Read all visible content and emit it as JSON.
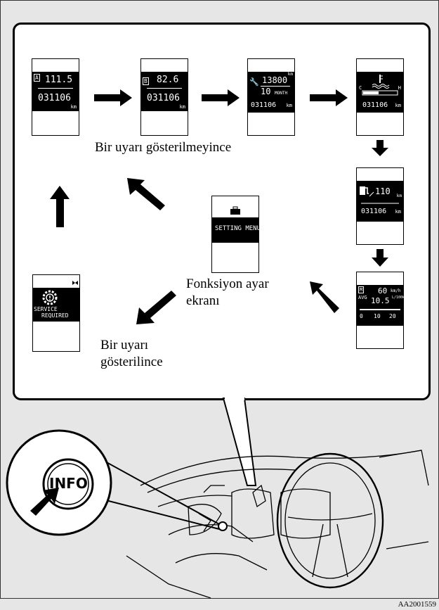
{
  "labels": {
    "no_warning": "Bir uyarı gösterilmeyince",
    "function_setting_line1": "Fonksiyon ayar",
    "function_setting_line2": "ekranı",
    "warning_line1": "Bir uyarı",
    "warning_line2": "gösterilince"
  },
  "screens": {
    "trip_a": {
      "letter": "A",
      "value": "111.5",
      "odo": "031106",
      "unit": "km"
    },
    "trip_b": {
      "letter": "B",
      "value": "82.6",
      "odo": "031106",
      "unit": "km"
    },
    "service": {
      "km": "13800",
      "km_unit": "km",
      "months": "10",
      "month_label": "MONTH",
      "odo": "031106",
      "unit": "km"
    },
    "temp": {
      "c": "C",
      "h": "H",
      "odo": "031106",
      "unit": "km"
    },
    "range": {
      "value": "110",
      "unit": "km",
      "odo": "031106",
      "odo_unit": "km"
    },
    "avg": {
      "badge": "M",
      "speed": "60",
      "speed_unit": "km/h",
      "avg_label": "AVG",
      "fuel": "10.5",
      "fuel_unit": "L/100km",
      "ticks": [
        "0",
        "10",
        "20"
      ]
    },
    "setting": {
      "label": "SETTING MENU"
    },
    "warning": {
      "line1": "SERVICE",
      "line2": "REQUIRED"
    }
  },
  "info_button": {
    "label": "INFO"
  },
  "code": "AA2001559"
}
